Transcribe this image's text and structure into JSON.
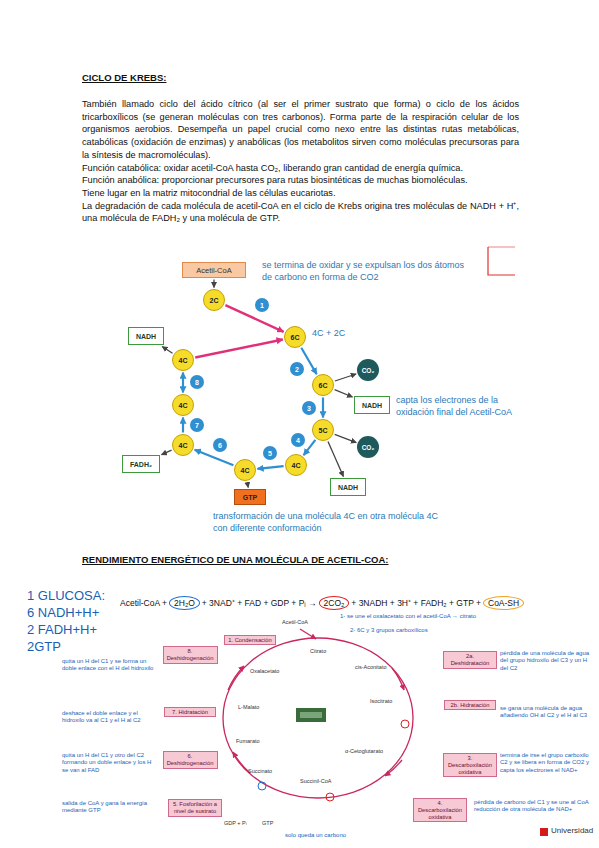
{
  "diagram": {
    "title": "CICLO DE KREBS:",
    "nodes": [
      {
        "text": [
          "Acetil-CoA"
        ]
      },
      {
        "text": [
          "2C"
        ]
      },
      {
        "text": [
          "6C"
        ]
      },
      {
        "text": [
          "6C"
        ]
      },
      {
        "text": [
          "CO₂"
        ]
      },
      {
        "text": [
          "NADH"
        ]
      },
      {
        "text": [
          "5C"
        ]
      },
      {
        "text": [
          "CO₂"
        ]
      },
      {
        "text": [
          "4C"
        ]
      },
      {
        "text": [
          "NADH"
        ]
      },
      {
        "text": [
          "4C"
        ]
      },
      {
        "text": [
          "GTP"
        ]
      },
      {
        "text": [
          "4C"
        ]
      },
      {
        "text": [
          "FADH₂"
        ]
      },
      {
        "text": [
          "4C"
        ]
      },
      {
        "text": [
          "4C"
        ]
      },
      {
        "text": [
          "NADH"
        ]
      },
      {
        "text": [
          "1"
        ]
      },
      {
        "text": [
          "2"
        ]
      },
      {
        "text": [
          "3"
        ]
      },
      {
        "text": [
          "4"
        ]
      },
      {
        "text": [
          "5"
        ]
      },
      {
        "text": [
          "6"
        ]
      },
      {
        "text": [
          "7"
        ]
      },
      {
        "text": [
          "8"
        ]
      },
      {
        "text": [
          "1. Condensación"
        ]
      },
      {
        "text": [
          "2a. Deshidratación"
        ]
      },
      {
        "text": [
          "2b. Hidratación"
        ]
      },
      {
        "text": [
          "3. Descarboxilación oxidativa"
        ]
      },
      {
        "text": [
          "4. Descarboxilación oxidativa"
        ]
      },
      {
        "text": [
          "5. Fosforilación a nivel de sustrato"
        ]
      },
      {
        "text": [
          "6. Deshidrogenación"
        ]
      },
      {
        "text": [
          "7. Hidratación"
        ]
      },
      {
        "text": [
          "8. Deshidrogenación"
        ]
      }
    ],
    "edges": [
      {
        "from": 0,
        "to": 1,
        "arrow": "to"
      },
      {
        "from": 1,
        "to": 2,
        "arrow": "to"
      },
      {
        "from": 15,
        "to": 2,
        "arrow": "to"
      },
      {
        "from": 2,
        "to": 3,
        "arrow": "to"
      },
      {
        "from": 3,
        "to": 4,
        "arrow": "to"
      },
      {
        "from": 3,
        "to": 5,
        "arrow": "to"
      },
      {
        "from": 3,
        "to": 6,
        "arrow": "to"
      },
      {
        "from": 6,
        "to": 7,
        "arrow": "to"
      },
      {
        "from": 6,
        "to": 9,
        "arrow": "to"
      },
      {
        "from": 6,
        "to": 8,
        "arrow": "to"
      },
      {
        "from": 8,
        "to": 10,
        "arrow": "to"
      },
      {
        "from": 10,
        "to": 11,
        "arrow": "to"
      },
      {
        "from": 10,
        "to": 12,
        "arrow": "to"
      },
      {
        "from": 12,
        "to": 13,
        "arrow": "to"
      },
      {
        "from": 12,
        "to": 14,
        "arrow": "to"
      },
      {
        "from": 14,
        "to": 15,
        "arrow": "both"
      },
      {
        "from": 15,
        "to": 16,
        "arrow": "to"
      }
    ],
    "labels": [
      "También llamado ciclo del ácido cítrico (al ser el primer sustrato que forma) o ciclo de los ácidos tricarboxílicos (se generan moléculas con tres carbonos). Forma parte de la respiración celular de los organismos aerobios. Desempeña un papel crucial como nexo entre las distintas rutas metabólicas, catabólicas (oxidación de enzimas) y anabólicas (los metabolitos sirven como moléculas precursoras para la síntesis de macromoléculas).",
      "Función catabólica: oxidar acetil-CoA hasta CO₂, liberando gran cantidad de energía química.",
      "Función anabólica: proporcionar precursores para rutas biosintéticas de muchas biomoléculas.",
      "Tiene lugar en la matriz mitocondrial de las células eucariotas.",
      "La degradación de cada molécula de acetil-CoA en el ciclo de Krebs origina tres moléculas de NADH + H⁺, una molécula de FADH₂ y una molécula de GTP.",
      "se termina de oxidar y se expulsan los dos átomos de carbono en forma de CO2",
      "4C + 2C",
      "capta los electrones de la oxidación final del Acetil-CoA",
      "transformación de una molécula 4C en otra molécula 4C con diferente conformación",
      "RENDIMIENTO ENERGÉTICO DE UNA MOLÉCULA DE ACETIL-COA:",
      "1 GLUCOSA:",
      "6 NADH+H+",
      "2 FADH+H+",
      "2GTP",
      "Acetil-CoA +",
      "2H₂O",
      "+ 3NAD⁺ + FAD + GDP + Pᵢ →",
      "2CO₂",
      "+ 3NADH + 3H⁺ + FADH₂ + GTP +",
      "CoA-SH",
      "1- se une el oxalacetato con el acetil-CoA → citrato",
      "Acetil-CoA",
      "Citrato",
      "cis-Aconitato",
      "Isocitrato",
      "α-Cetoglutarato",
      "Succinil-CoA",
      "Succinato",
      "Fumarato",
      "L-Malato",
      "Oxalacetato",
      "quita un H del C1 y se forma un doble enlace con el H del hidroxilo",
      "pérdida de una molécula de agua del grupo hidroxilo del C3 y un H del C2",
      "deshace el doble enlace y el hidroxilo va al C1 y el H al C2",
      "se gana una molécula de agua añadiendo OH al C2 y el H al C3",
      "quita un H del C1 y otro del C2 formando un doble enlace y los H se van al FAD",
      "termina de irse el grupo carboxilo C2 y se libera en forma de CO2 y capta los electrones el NAD+",
      "salida de CoA y gana la energía mediante GTP",
      "pérdida de carbono del C1 y se une al CoA reducción de otra molécula de NAD+",
      "GDP + Pᵢ",
      "GTP",
      "solo queda un carbono",
      "Universidad",
      "2- 6C y 3 grupos carboxílicos"
    ]
  }
}
